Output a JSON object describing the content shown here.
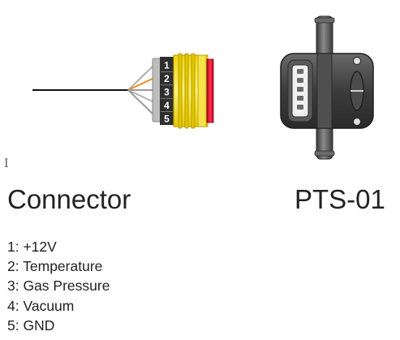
{
  "connector": {
    "title": "Connector",
    "pin_numbers": [
      "1",
      "2",
      "3",
      "4",
      "5"
    ],
    "colors": {
      "body": "#f5df1a",
      "body_edge": "#c9b200",
      "pin_block": "#3a3a3a",
      "seal": "#d4122a",
      "cable": "#111111",
      "wire_orange": "#f08a1c",
      "wire_gray": "#b0b0b0"
    }
  },
  "sensor": {
    "title": "PTS-01",
    "colors": {
      "housing": "#4a4a4a",
      "tube": "#5a5a5a",
      "socket": "#f0f0f0"
    }
  },
  "pinout": {
    "items": [
      "1: +12V",
      "2: Temperature",
      "3: Gas Pressure",
      "4: Vacuum",
      "5: GND"
    ]
  },
  "cursor_icon": "text-cursor-icon"
}
